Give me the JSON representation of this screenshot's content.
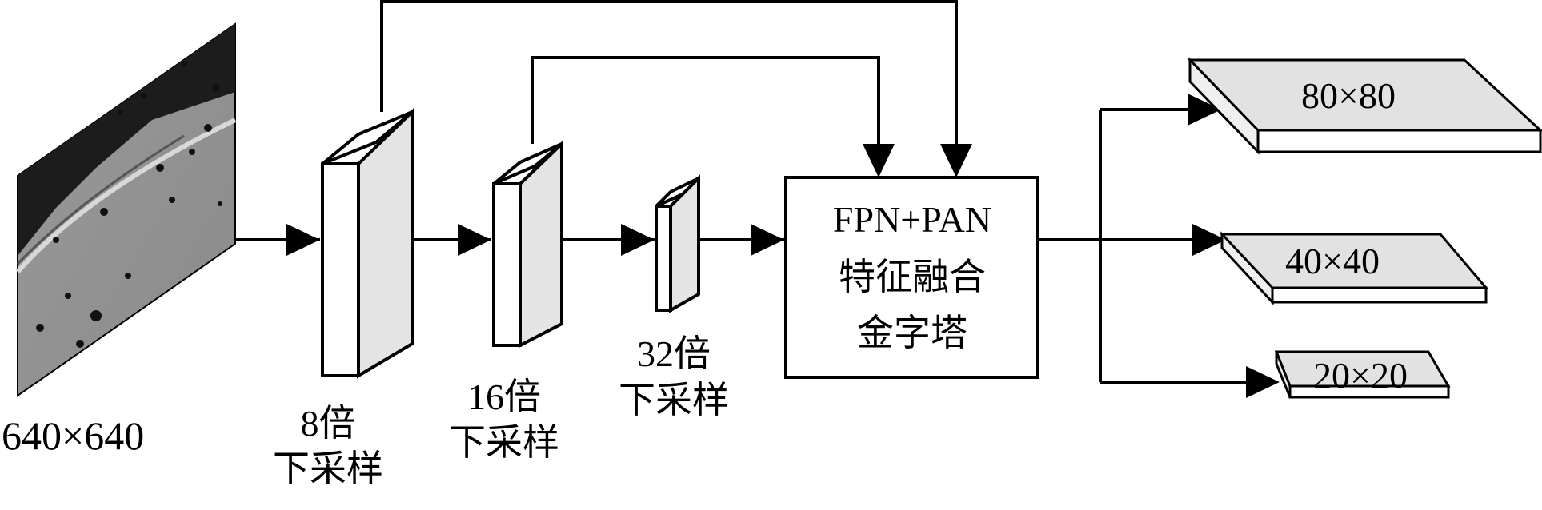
{
  "input": {
    "size_label": "640×640"
  },
  "backbone": [
    {
      "line1": "8倍",
      "line2": "下采样"
    },
    {
      "line1": "16倍",
      "line2": "下采样"
    },
    {
      "line1": "32倍",
      "line2": "下采样"
    }
  ],
  "neck": {
    "line1": "FPN+PAN",
    "line2": "特征融合",
    "line3": "金字塔"
  },
  "outputs": [
    {
      "label": "80×80"
    },
    {
      "label": "40×40"
    },
    {
      "label": "20×20"
    }
  ],
  "colors": {
    "stroke": "#000000",
    "block_face": "#ffffff",
    "block_side": "#e4e4e4",
    "output_top": "#e2e2e2"
  }
}
